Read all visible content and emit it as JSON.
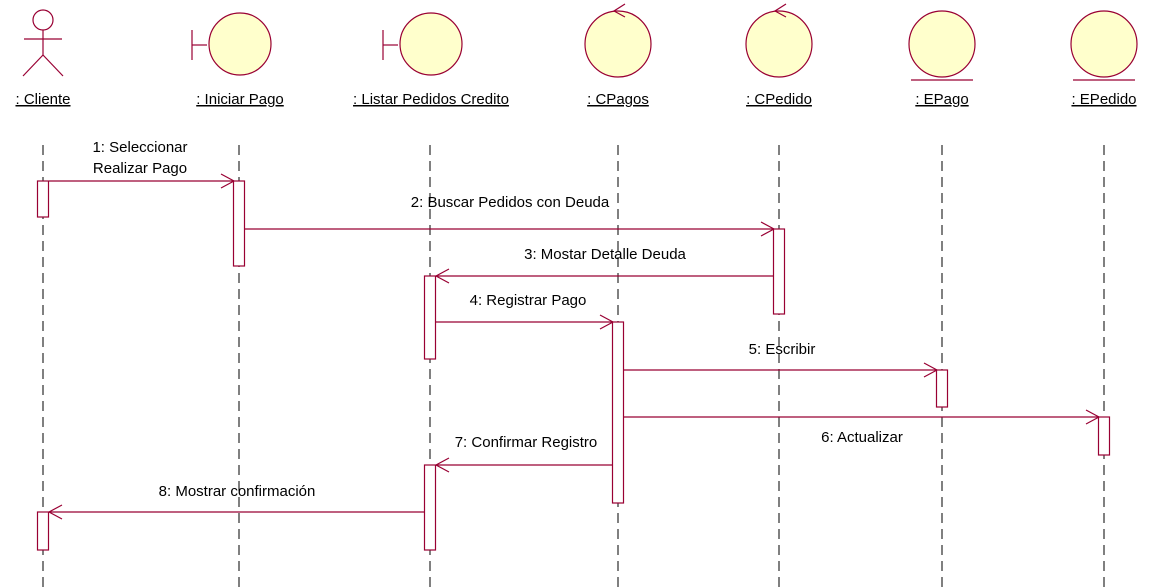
{
  "diagram": {
    "type": "sequence-diagram",
    "colors": {
      "line": "#990033",
      "object_fill": "#ffffcc",
      "activation_fill": "#ffffff",
      "lifeline": "#000000",
      "text": "#000000"
    },
    "objects": [
      {
        "id": "cliente",
        "kind": "actor",
        "label": ": Cliente"
      },
      {
        "id": "iniciar_pago",
        "kind": "boundary",
        "label": ": Iniciar Pago"
      },
      {
        "id": "listar_pedidos",
        "kind": "boundary",
        "label": ": Listar Pedidos Credito"
      },
      {
        "id": "cpagos",
        "kind": "control",
        "label": ": CPagos"
      },
      {
        "id": "cpedido",
        "kind": "control",
        "label": ": CPedido"
      },
      {
        "id": "epago",
        "kind": "entity",
        "label": ": EPago"
      },
      {
        "id": "epedido",
        "kind": "entity",
        "label": ": EPedido"
      }
    ],
    "messages": [
      {
        "from": "cliente",
        "to": "iniciar_pago",
        "label_lines": [
          "1: Seleccionar",
          "Realizar Pago"
        ]
      },
      {
        "from": "iniciar_pago",
        "to": "cpedido",
        "label_lines": [
          "2: Buscar Pedidos con Deuda"
        ]
      },
      {
        "from": "cpedido",
        "to": "listar_pedidos",
        "label_lines": [
          "3: Mostar Detalle Deuda"
        ]
      },
      {
        "from": "listar_pedidos",
        "to": "cpagos",
        "label_lines": [
          "4: Registrar Pago"
        ]
      },
      {
        "from": "cpagos",
        "to": "epago",
        "label_lines": [
          "5: Escribir"
        ]
      },
      {
        "from": "cpagos",
        "to": "epedido",
        "label_lines": [
          "6: Actualizar"
        ]
      },
      {
        "from": "cpagos",
        "to": "listar_pedidos",
        "label_lines": [
          "7: Confirmar Registro"
        ]
      },
      {
        "from": "listar_pedidos",
        "to": "cliente",
        "label_lines": [
          "8: Mostrar confirmación"
        ]
      }
    ]
  }
}
